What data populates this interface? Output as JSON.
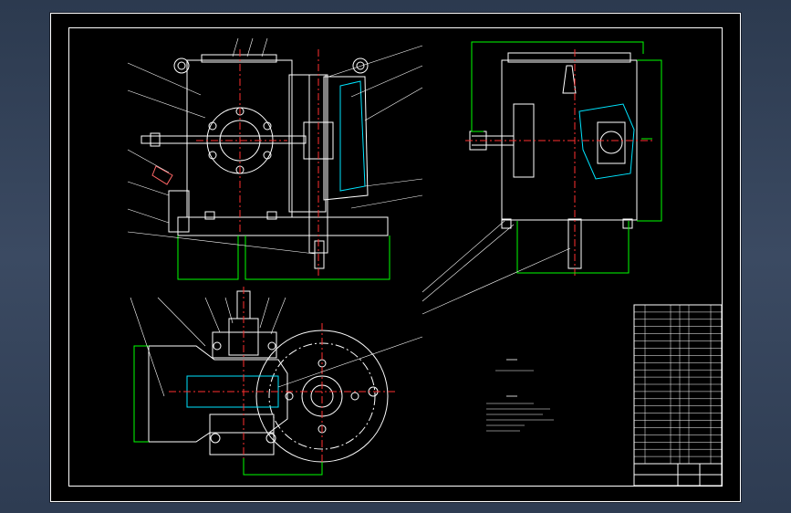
{
  "colors": {
    "background": "#000000",
    "outline": "#ffffff",
    "dimension": "#00ff00",
    "centerline": "#ff3030",
    "hatch": "#00e5ff",
    "leader": "#ffffff"
  },
  "drawing": {
    "views": [
      "front-view",
      "side-view",
      "top-section-view"
    ],
    "notes_lines": 6,
    "bom_rows": 22
  }
}
